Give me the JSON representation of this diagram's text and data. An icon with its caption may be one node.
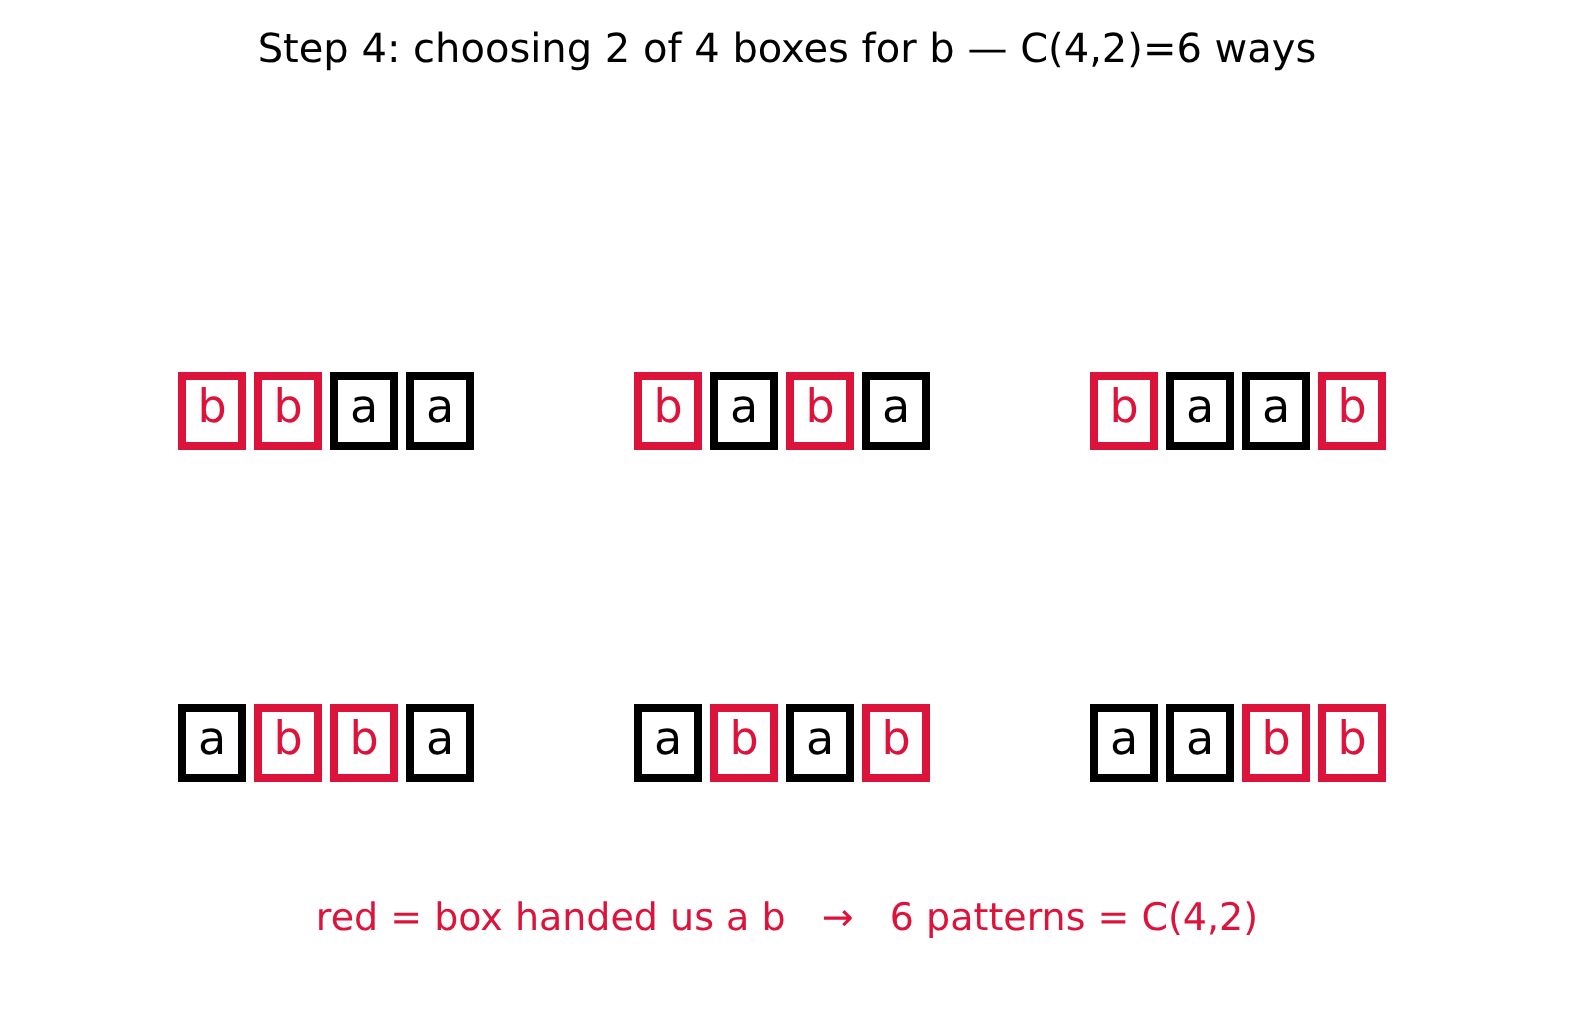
{
  "diagram": {
    "title": "Step 4: choosing 2 of 4 boxes for b — C(4,2)=6 ways",
    "nodes": [
      {
        "text": [
          "b"
        ]
      },
      {
        "text": [
          "b"
        ]
      },
      {
        "text": [
          "a"
        ]
      },
      {
        "text": [
          "a"
        ]
      },
      {
        "text": [
          "b"
        ]
      },
      {
        "text": [
          "a"
        ]
      },
      {
        "text": [
          "b"
        ]
      },
      {
        "text": [
          "a"
        ]
      },
      {
        "text": [
          "b"
        ]
      },
      {
        "text": [
          "a"
        ]
      },
      {
        "text": [
          "a"
        ]
      },
      {
        "text": [
          "b"
        ]
      },
      {
        "text": [
          "a"
        ]
      },
      {
        "text": [
          "b"
        ]
      },
      {
        "text": [
          "b"
        ]
      },
      {
        "text": [
          "a"
        ]
      },
      {
        "text": [
          "a"
        ]
      },
      {
        "text": [
          "b"
        ]
      },
      {
        "text": [
          "a"
        ]
      },
      {
        "text": [
          "b"
        ]
      },
      {
        "text": [
          "a"
        ]
      },
      {
        "text": [
          "a"
        ]
      },
      {
        "text": [
          "b"
        ]
      },
      {
        "text": [
          "b"
        ]
      }
    ],
    "caption": "red = box handed us a b   →   6 patterns = C(4,2)"
  }
}
